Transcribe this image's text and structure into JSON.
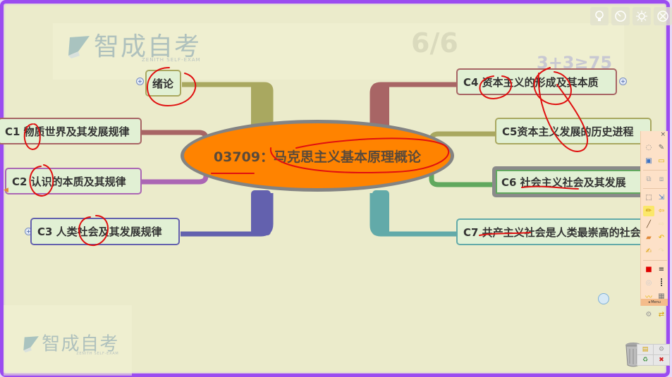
{
  "watermark": {
    "logo_cn": "智成自考",
    "logo_en": "ZENITH SELF-EXAM",
    "page_indicator": "6/6",
    "formula": "3+3≥75"
  },
  "top_icons": [
    {
      "name": "lightbulb-icon",
      "glyph": "💡"
    },
    {
      "name": "timer-icon",
      "glyph": "◷"
    },
    {
      "name": "brightness-icon",
      "glyph": "☼"
    },
    {
      "name": "close-circle-icon",
      "glyph": "⊗"
    }
  ],
  "mindmap": {
    "center": {
      "label": "03709：马克思主义基本原理概论",
      "fill": "#ff8300",
      "border": "#838383"
    },
    "nodes": [
      {
        "id": "intro",
        "label": "绪论",
        "color": "#a9a860"
      },
      {
        "id": "c1",
        "label": "C1 物质世界及其发展规律",
        "color": "#a86565"
      },
      {
        "id": "c2",
        "label": "C2 认识的本质及其规律",
        "color": "#ab66b4"
      },
      {
        "id": "c3",
        "label": "C3 人类社会及其发展规律",
        "color": "#6361ae"
      },
      {
        "id": "c4",
        "label": "C4 资本主义的形成及其本质",
        "color": "#a86565"
      },
      {
        "id": "c5",
        "label": "C5资本主义发展的历史进程",
        "color": "#a9a860"
      },
      {
        "id": "c6",
        "label": "C6 社会主义社会及其发展",
        "color": "#61a85e"
      },
      {
        "id": "c7",
        "label": "C7 共产主义社会是人类最崇高的社会理想",
        "color": "#62aaa9"
      }
    ]
  },
  "annotation_toolbar": {
    "close": "×",
    "tools": [
      {
        "name": "lasso-icon",
        "glyph": "◌"
      },
      {
        "name": "edit-page-icon",
        "glyph": "✎"
      },
      {
        "name": "screen-capture-icon",
        "glyph": "▣"
      },
      {
        "name": "film-icon",
        "glyph": "▭"
      },
      {
        "name": "group-icon",
        "glyph": "⧉"
      },
      {
        "name": "ungroup-icon",
        "glyph": "⧈"
      },
      {
        "name": "select-icon",
        "glyph": "⬚"
      },
      {
        "name": "insert-page-icon",
        "glyph": "⇲"
      },
      {
        "name": "pen-icon",
        "glyph": "✏"
      },
      {
        "name": "prev-arrow-icon",
        "glyph": "⇦"
      },
      {
        "name": "brush-icon",
        "glyph": "╱"
      },
      {
        "name": "next-arrow-icon",
        "glyph": "⇨"
      },
      {
        "name": "eraser-icon",
        "glyph": "▰"
      },
      {
        "name": "undo-icon",
        "glyph": "↶"
      },
      {
        "name": "highlighter-icon",
        "glyph": "✍"
      },
      {
        "name": "redo-icon",
        "glyph": "↷"
      },
      {
        "name": "color-picker-icon",
        "glyph": "■"
      },
      {
        "name": "line-width-icon",
        "glyph": "≡"
      },
      {
        "name": "transparency-icon",
        "glyph": "◎"
      },
      {
        "name": "line-style-icon",
        "glyph": "┋"
      },
      {
        "name": "wave-line-icon",
        "glyph": "〰"
      },
      {
        "name": "layers-icon",
        "glyph": "▦"
      },
      {
        "name": "settings-gears-icon",
        "glyph": "⚙"
      },
      {
        "name": "switch-icon",
        "glyph": "⇄"
      }
    ],
    "menu_label": "Menu",
    "pen_color": "#e00000"
  },
  "trash_menu": [
    {
      "name": "open-folder-icon",
      "glyph": "📂"
    },
    {
      "name": "settings-icon",
      "glyph": "⚙"
    },
    {
      "name": "recycle-icon",
      "glyph": "♻"
    },
    {
      "name": "delete-icon",
      "glyph": "✖"
    }
  ]
}
